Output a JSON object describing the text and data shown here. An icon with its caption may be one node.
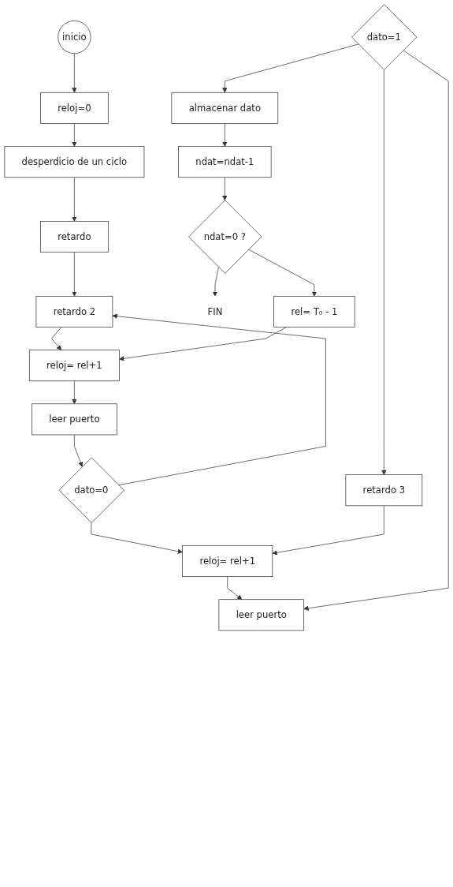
{
  "diagram": {
    "nodes": [
      {
        "text": [
          "inicio"
        ]
      },
      {
        "text": [
          "reloj=0"
        ]
      },
      {
        "text": [
          "desperdicio de un ciclo"
        ]
      },
      {
        "text": [
          "retardo"
        ]
      },
      {
        "text": [
          "reloj= rel+1"
        ]
      },
      {
        "text": [
          "leer puerto"
        ]
      },
      {
        "text": [
          "retardo 2"
        ]
      },
      {
        "text": [
          "dato=0"
        ]
      },
      {
        "text": [
          "rel= T₀ - 1"
        ]
      },
      {
        "text": [
          "reloj= rel+1"
        ]
      },
      {
        "text": [
          "leer puerto"
        ]
      },
      {
        "text": [
          "retardo 3"
        ]
      },
      {
        "text": [
          "dato=1"
        ]
      },
      {
        "text": [
          "almacenar dato"
        ]
      },
      {
        "text": [
          "ndat=ndat-1"
        ]
      },
      {
        "text": [
          "ndat=0 ?"
        ]
      },
      {
        "text": [
          "FIN"
        ]
      }
    ],
    "edges": [
      {
        "from": 0,
        "to": 1,
        "arrow": "to"
      },
      {
        "from": 1,
        "to": 2,
        "arrow": "to"
      },
      {
        "from": 2,
        "to": 3,
        "arrow": "to"
      },
      {
        "from": 3,
        "to": 6,
        "arrow": "to"
      },
      {
        "from": 4,
        "to": 5,
        "arrow": "to"
      },
      {
        "from": 5,
        "to": 7,
        "arrow": "to"
      },
      {
        "from": 7,
        "to": 6,
        "arrow": "to"
      },
      {
        "from": 6,
        "to": 4,
        "arrow": "to"
      },
      {
        "from": 7,
        "to": 9,
        "arrow": "to"
      },
      {
        "from": 9,
        "to": 10,
        "arrow": "to"
      },
      {
        "from": 12,
        "to": 10,
        "arrow": "to"
      },
      {
        "from": 12,
        "to": 11,
        "arrow": "to"
      },
      {
        "from": 11,
        "to": 9,
        "arrow": "to"
      },
      {
        "from": 12,
        "to": 13,
        "arrow": "to"
      },
      {
        "from": 13,
        "to": 14,
        "arrow": "to"
      },
      {
        "from": 14,
        "to": 15,
        "arrow": "to"
      },
      {
        "from": 15,
        "to": 8,
        "arrow": "to"
      },
      {
        "from": 8,
        "to": 4,
        "arrow": "to"
      },
      {
        "from": 15,
        "to": 16,
        "arrow": "to"
      }
    ]
  }
}
